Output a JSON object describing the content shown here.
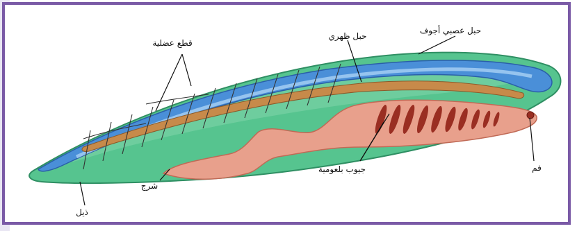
{
  "labels": {
    "hollow_nerve_cord": "حبل عصبي أجوف",
    "notochord": "حبل ظهري",
    "muscle_segments": "قطع عضلية",
    "gill_slits": "جيوب بلعومية",
    "mouth": "فم",
    "anus": "شرج",
    "tail": "ذيل"
  },
  "colors": {
    "frame": "#7a5aa6",
    "body": "#56c48f",
    "nerve_cord": "#4a8fd8",
    "notochord": "#c78a4a",
    "gut": "#e8a08c",
    "gill_bars": "#9a2e22"
  }
}
